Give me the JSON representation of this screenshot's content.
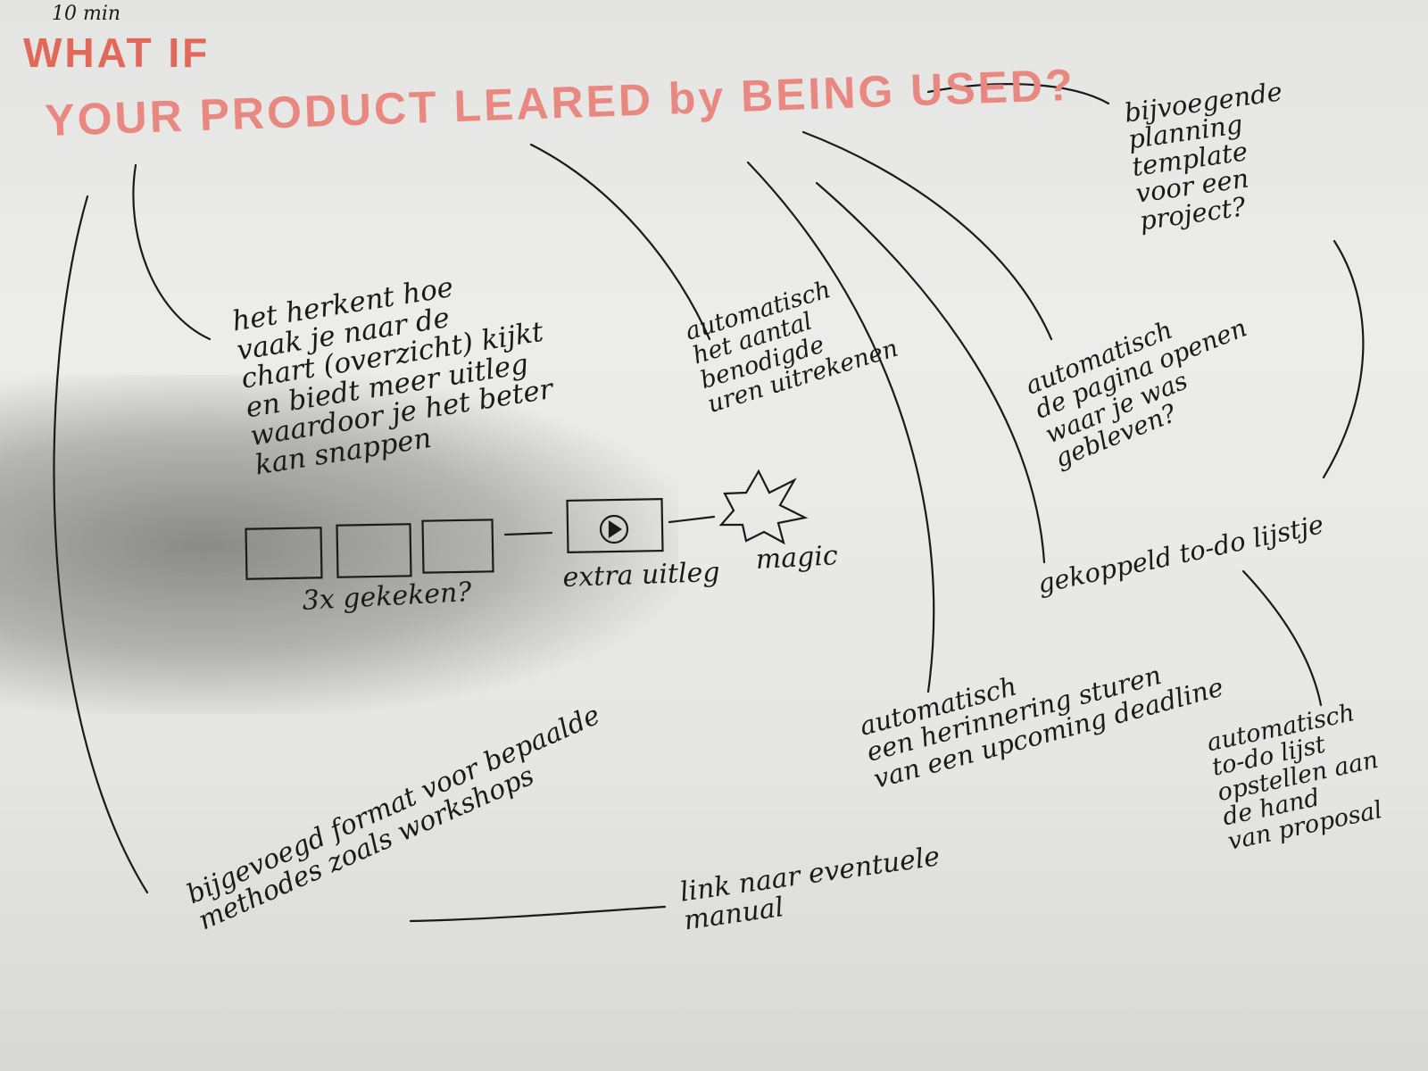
{
  "header": {
    "time_note": "10 min",
    "title_line1": "WHAT IF",
    "title_line2": "YOUR PRODUCT LEARED by BEING USED?"
  },
  "ideas": {
    "recognize": "het herkent hoe\nvaak je naar de\nchart (overzicht) kijkt\nen biedt meer uitleg\nwaardoor je het beter\nkan snappen",
    "calc_hours": "automatisch\nhet aantal\nbenodigde\nuren uitrekenen",
    "open_page": "automatisch\nde pagina openen\nwaar je was\ngebleven?",
    "planning_template": "bijvoegende\nplanning\ntemplate\nvoor een\nproject?",
    "linked_todo": "gekoppeld to-do lijstje",
    "reminder": "automatisch\neen herinnering sturen\nvan een upcoming deadline",
    "auto_todo": "automatisch\nto-do lijst\nopstellen aan\nde hand\nvan proposal",
    "manual_link": "link naar eventuele\nmanual",
    "format": "bijgevoegd format voor bepaalde\nmethodes zoals workshops"
  },
  "sketch": {
    "viewed_label": "3x gekeken?",
    "extra_label": "extra uitleg",
    "magic_label": "magic"
  },
  "colors": {
    "title_accent": "#e2685a",
    "title_light": "#e88880",
    "ink": "#1a1a1a"
  }
}
